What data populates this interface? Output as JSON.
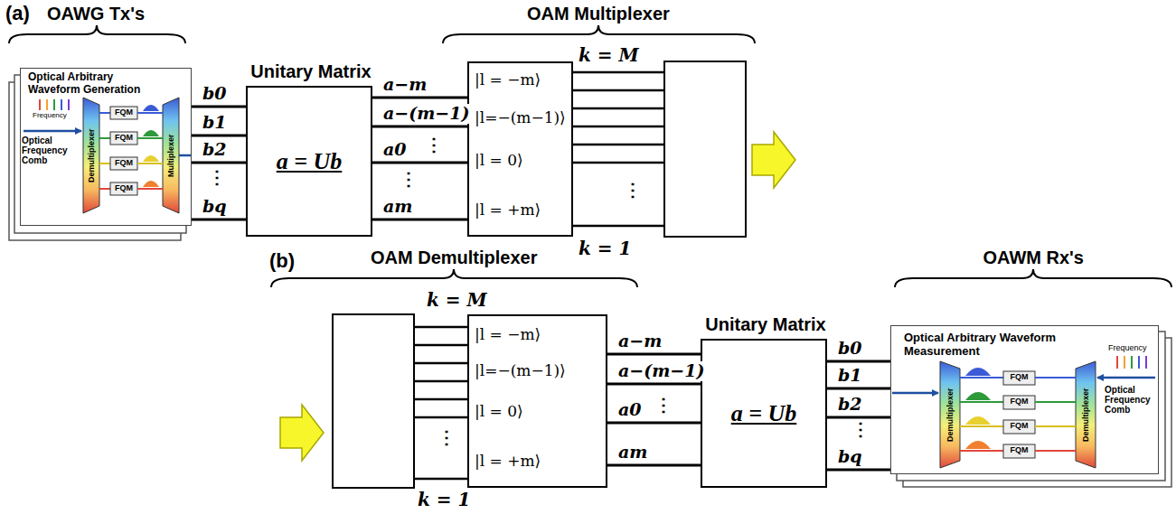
{
  "diagram": {
    "nodes": [
      {
        "text": [
          "Optical Arbitrary Waveform Generation"
        ]
      },
      {
        "text": [
          "Unitary Matrix",
          "a = Ub"
        ]
      },
      {
        "text": [
          "|l = −m⟩",
          "|l=−(m−1)⟩",
          "|l = 0⟩",
          "|l = +m⟩"
        ]
      },
      {
        "text": [
          "|l = −m⟩",
          "|l=−(m−1)⟩",
          "|l = 0⟩",
          "|l = +m⟩"
        ]
      },
      {
        "text": [
          "Unitary Matrix",
          "a = Ub"
        ]
      },
      {
        "text": [
          "Optical Arbitrary Waveform Measurement"
        ]
      }
    ],
    "edges": [
      {
        "from": 0,
        "to": 1,
        "arrow": "none",
        "label": "b0"
      },
      {
        "from": 0,
        "to": 1,
        "arrow": "none",
        "label": "b1"
      },
      {
        "from": 0,
        "to": 1,
        "arrow": "none",
        "label": "b2"
      },
      {
        "from": 0,
        "to": 1,
        "arrow": "none",
        "label": "bq"
      },
      {
        "from": 1,
        "to": 2,
        "arrow": "none",
        "label": "a−m"
      },
      {
        "from": 1,
        "to": 2,
        "arrow": "none",
        "label": "a−(m−1)"
      },
      {
        "from": 1,
        "to": 2,
        "arrow": "none",
        "label": "a0"
      },
      {
        "from": 1,
        "to": 2,
        "arrow": "none",
        "label": "am"
      },
      {
        "from": 3,
        "to": 4,
        "arrow": "none",
        "label": "a−m"
      },
      {
        "from": 3,
        "to": 4,
        "arrow": "none",
        "label": "a−(m−1)"
      },
      {
        "from": 3,
        "to": 4,
        "arrow": "none",
        "label": "a0"
      },
      {
        "from": 3,
        "to": 4,
        "arrow": "none",
        "label": "am"
      },
      {
        "from": 4,
        "to": 5,
        "arrow": "none",
        "label": "b0"
      },
      {
        "from": 4,
        "to": 5,
        "arrow": "none",
        "label": "b1"
      },
      {
        "from": 4,
        "to": 5,
        "arrow": "none",
        "label": "b2"
      },
      {
        "from": 4,
        "to": 5,
        "arrow": "none",
        "label": "bq"
      }
    ],
    "labels": [
      "(a)",
      "OAWG Tx's",
      "Frequency",
      "Optical Frequency Comb",
      "Demultiplexer",
      "FQM",
      "FQM",
      "FQM",
      "FQM",
      "Multiplexer",
      "OAM Multiplexer",
      "k = M",
      "k = 1",
      "⋮",
      "⋮",
      "⋮",
      "⋮",
      "(b)",
      "OAM Demultiplexer",
      "k = M",
      "k = 1",
      "⋮",
      "⋮",
      "OAWM Rx's",
      "Frequency",
      "Optical Frequency Comb",
      "Demultiplexer",
      "Demultiplexer",
      "FQM",
      "FQM",
      "FQM",
      "FQM",
      "⋮"
    ]
  }
}
